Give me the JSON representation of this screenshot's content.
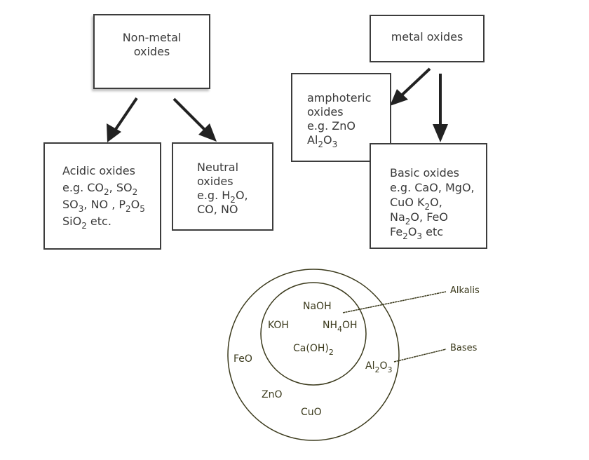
{
  "flowchart": {
    "nonmetal": {
      "lines": [
        "Non-metal",
        "oxides"
      ]
    },
    "metal": {
      "title": "metal oxides"
    },
    "acidic": {
      "title": "Acidic oxides",
      "line1": [
        "e.g. CO",
        "2",
        ", SO",
        "2"
      ],
      "line2": [
        "SO",
        "3",
        ", NO , P",
        "2",
        "O",
        "5"
      ],
      "line3": [
        "SiO",
        "2",
        " etc."
      ]
    },
    "neutral": {
      "line1": "Neutral",
      "line2": "oxides",
      "line3": [
        "e.g. H",
        "2",
        "O,"
      ],
      "line4": "CO, NO"
    },
    "amphoteric": {
      "line1": "amphoteric",
      "line2": "oxides",
      "line3": "e.g. ZnO",
      "line4": [
        "Al",
        "2",
        "O",
        "3"
      ]
    },
    "basic": {
      "title": "Basic oxides",
      "line1": "e.g. CaO, MgO,",
      "line2": [
        "CuO K",
        "2",
        "O,"
      ],
      "line3": [
        "Na",
        "2",
        "O, FeO"
      ],
      "line4": [
        "Fe",
        "2",
        "O",
        "3",
        " etc"
      ]
    }
  },
  "venn": {
    "colors": {
      "stroke": "#3b3a1c",
      "text": "#3b3a1c"
    },
    "labels": {
      "alkalis": "Alkalis",
      "bases": "Bases"
    },
    "inner_items": {
      "naoh": "NaOH",
      "koh": "KOH",
      "nh4oh": [
        "NH",
        "4",
        "OH"
      ],
      "caoh2": [
        "Ca(OH)",
        "2"
      ]
    },
    "outer_items": {
      "feo": "FeO",
      "zno": "ZnO",
      "cuo": "CuO",
      "al2o3": [
        "Al",
        "2",
        "O",
        "3"
      ]
    }
  }
}
